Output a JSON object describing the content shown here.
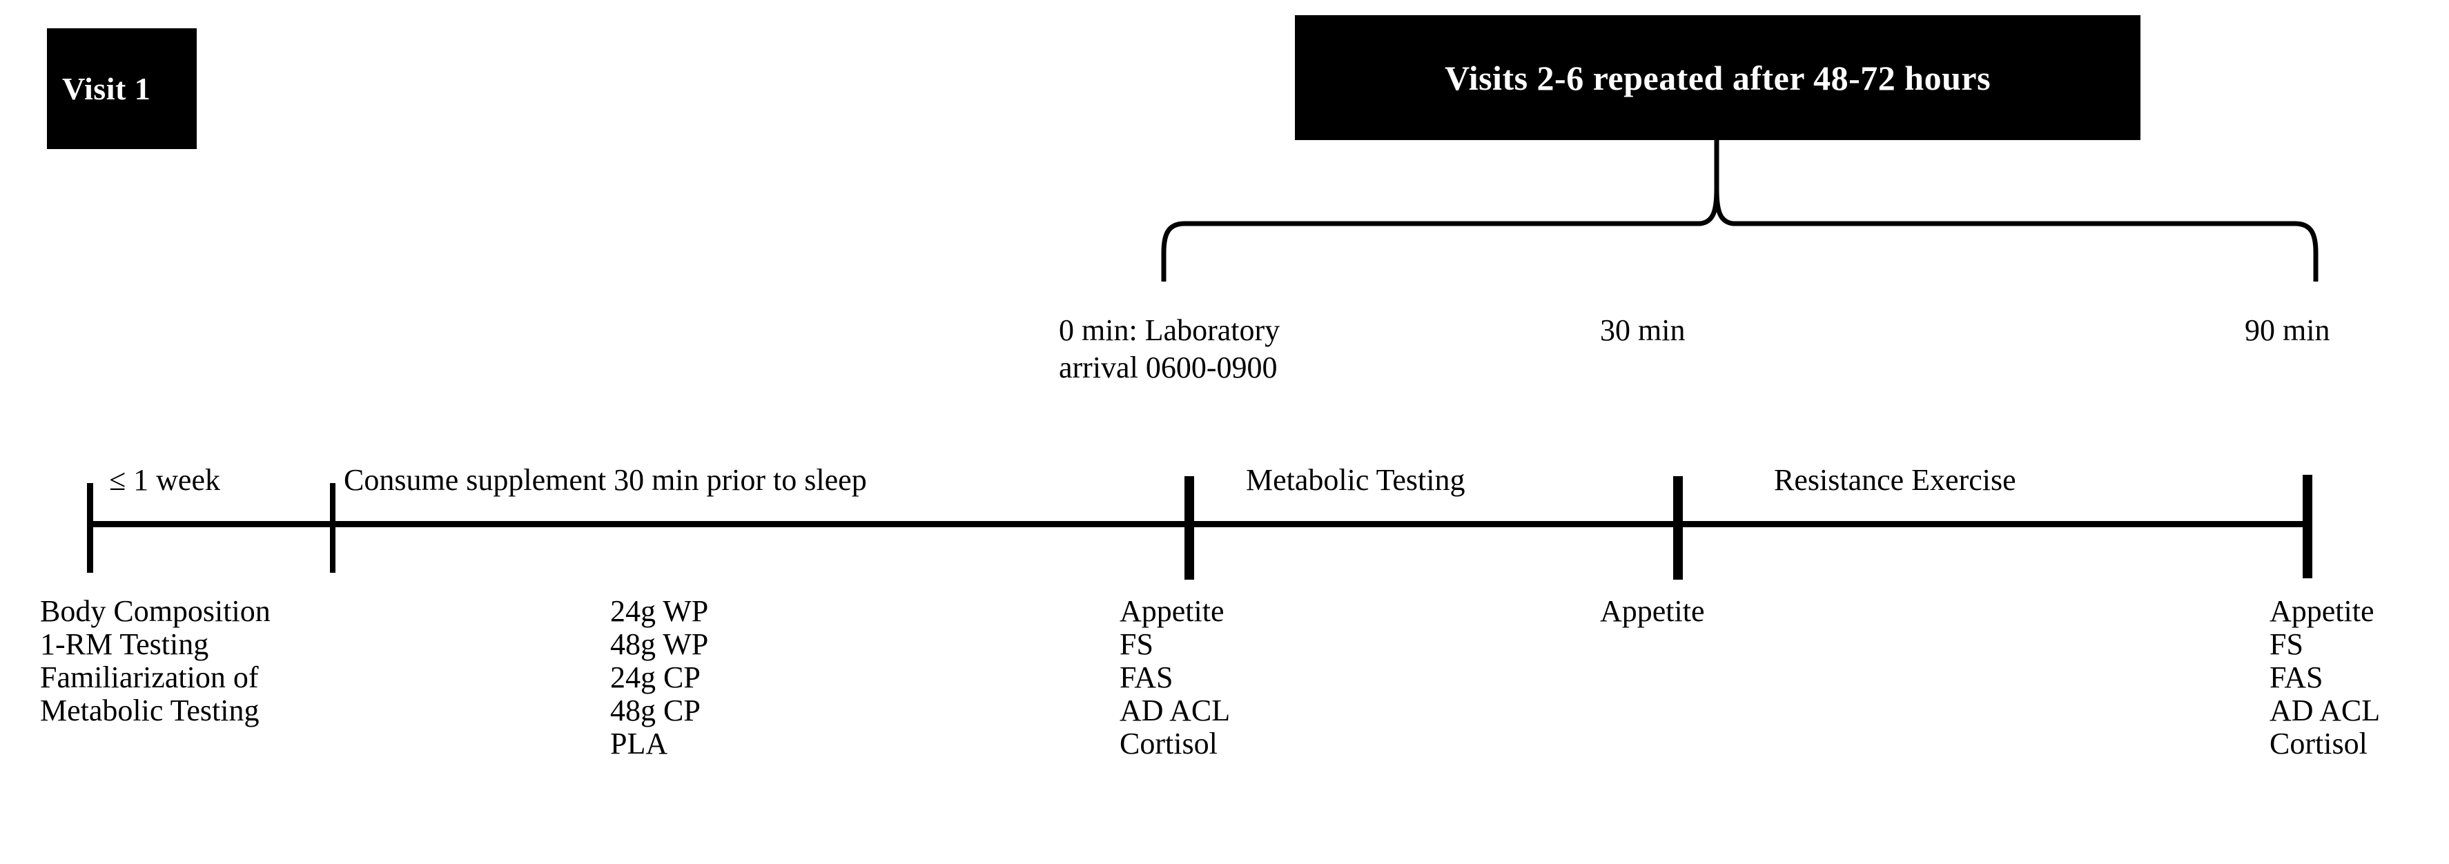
{
  "figure": {
    "type": "study-protocol-timeline",
    "colors": {
      "ink": "#000000",
      "paper": "#ffffff",
      "box_fill": "#000000",
      "box_text": "#ffffff"
    }
  },
  "banners": {
    "visit1": "Visit 1",
    "visits_2_6": "Visits 2-6 repeated after 48-72 hours"
  },
  "timepoints": [
    {
      "id": "t0",
      "label": "0 min: Laboratory\narrival 0600-0900"
    },
    {
      "id": "t30",
      "label": "30 min"
    },
    {
      "id": "t90",
      "label": "90 min"
    }
  ],
  "segments": [
    {
      "id": "week",
      "label": "≤ 1 week"
    },
    {
      "id": "supplement",
      "label": "Consume supplement 30 min prior to sleep"
    },
    {
      "id": "metabolic",
      "label": "Metabolic Testing"
    },
    {
      "id": "resistance",
      "label": "Resistance Exercise"
    }
  ],
  "columns": {
    "visit1_measures": [
      "Body Composition",
      "1-RM Testing",
      "Familiarization of",
      "Metabolic Testing"
    ],
    "supplement_doses": [
      "24g WP",
      "48g WP",
      "24g CP",
      "48g CP",
      "PLA"
    ],
    "measures_0min": [
      "Appetite",
      "FS",
      "FAS",
      "AD ACL",
      "Cortisol"
    ],
    "measures_30min": [
      "Appetite"
    ],
    "measures_90min": [
      "Appetite",
      "FS",
      "FAS",
      "AD ACL",
      "Cortisol"
    ]
  }
}
